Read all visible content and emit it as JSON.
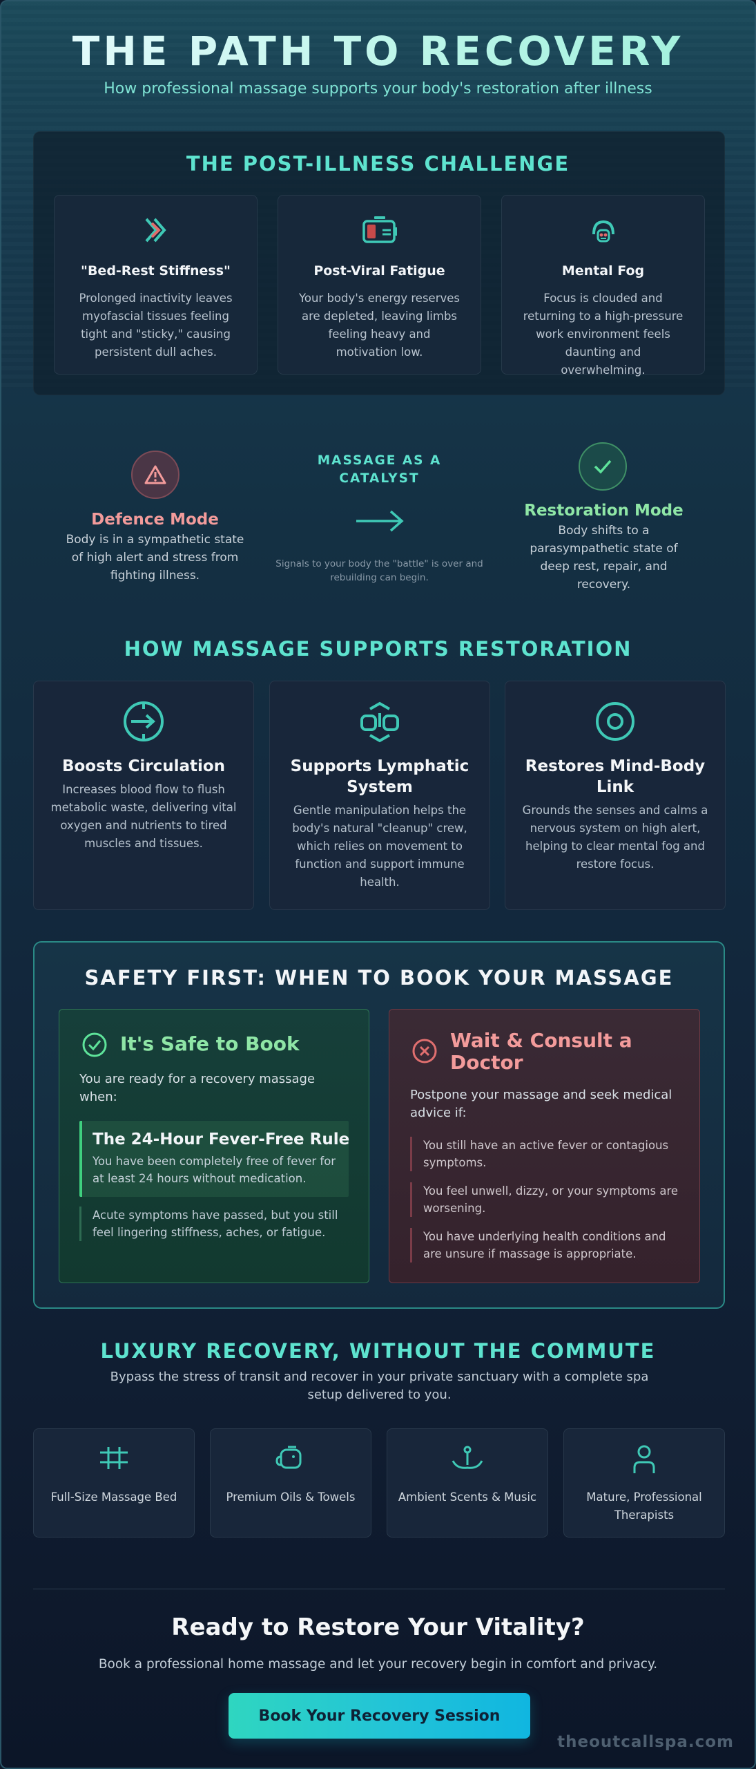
{
  "hero": {
    "title": "THE PATH TO RECOVERY",
    "subtitle": "How professional massage supports your body's restoration after illness"
  },
  "challenge": {
    "title": "THE POST-ILLNESS CHALLENGE",
    "cards": [
      {
        "icon": "chevrons-right-icon",
        "title": "\"Bed-Rest Stiffness\"",
        "desc": "Prolonged inactivity leaves myofascial tissues feeling tight and \"sticky,\" causing persistent dull aches."
      },
      {
        "icon": "low-battery-icon",
        "title": "Post-Viral Fatigue",
        "desc": "Your body's energy reserves are depleted, leaving limbs feeling heavy and motivation low."
      },
      {
        "icon": "brain-head-icon",
        "title": "Mental Fog",
        "desc": "Focus is clouded and returning to a high-pressure work environment feels daunting and overwhelming."
      }
    ]
  },
  "modes": {
    "defence": {
      "icon": "warning-triangle-icon",
      "title": "Defence Mode",
      "desc": "Body is in a sympathetic state of high alert and stress from fighting illness."
    },
    "catalyst": {
      "title": "MASSAGE AS A CATALYST",
      "icon": "arrow-right-icon",
      "note": "Signals to your body the \"battle\" is over and rebuilding can begin."
    },
    "restoration": {
      "icon": "checkmark-icon",
      "title": "Restoration Mode",
      "desc": "Body shifts to a parasympathetic state of deep rest, repair, and recovery."
    }
  },
  "how": {
    "title": "HOW MASSAGE SUPPORTS RESTORATION",
    "cards": [
      {
        "icon": "circulation-arrow-icon",
        "title": "Boosts Circulation",
        "desc": "Increases blood flow to flush metabolic waste, delivering vital oxygen and nutrients to tired muscles and tissues."
      },
      {
        "icon": "lymph-nodes-icon",
        "title": "Supports Lymphatic System",
        "desc": "Gentle manipulation helps the body's natural \"cleanup\" crew, which relies on movement to function and support immune health."
      },
      {
        "icon": "target-circle-icon",
        "title": "Restores Mind-Body Link",
        "desc": "Grounds the senses and calms a nervous system on high alert, helping to clear mental fog and restore focus."
      }
    ]
  },
  "safety": {
    "title": "SAFETY FIRST: WHEN TO BOOK YOUR MASSAGE",
    "safe": {
      "icon": "check-circle-icon",
      "title": "It's Safe to Book",
      "intro": "You are ready for a recovery massage when:",
      "rule_title": "The 24-Hour Fever-Free Rule",
      "rule_desc": "You have been completely free of fever for at least 24 hours without medication.",
      "bullet": "Acute symptoms have passed, but you still feel lingering stiffness, aches, or fatigue."
    },
    "wait": {
      "icon": "x-circle-icon",
      "title": "Wait & Consult a Doctor",
      "intro": "Postpone your massage and seek medical advice if:",
      "bullets": [
        "You still have an active fever or contagious symptoms.",
        "You feel unwell, dizzy, or your symptoms are worsening.",
        "You have underlying health conditions and are unsure if massage is appropriate."
      ]
    }
  },
  "luxury": {
    "title": "LUXURY RECOVERY, WITHOUT THE COMMUTE",
    "desc": "Bypass the stress of transit and recover in your private sanctuary with a complete spa setup delivered to you.",
    "items": [
      {
        "icon": "massage-bed-icon",
        "label": "Full-Size Massage Bed"
      },
      {
        "icon": "oil-bottle-icon",
        "label": "Premium Oils & Towels"
      },
      {
        "icon": "scent-diffuser-icon",
        "label": "Ambient Scents & Music"
      },
      {
        "icon": "therapist-person-icon",
        "label": "Mature, Professional Therapists"
      }
    ]
  },
  "cta": {
    "title": "Ready to Restore Your Vitality?",
    "desc": "Book a professional home massage and let your recovery begin in comfort and privacy.",
    "button": "Book Your Recovery Session"
  },
  "watermark": "theoutcallspa.com",
  "colors": {
    "accent_teal": "#5ee3cf",
    "safe_green": "#8fe6a6",
    "warn_red": "#f39b9b",
    "background": "#12273c"
  }
}
